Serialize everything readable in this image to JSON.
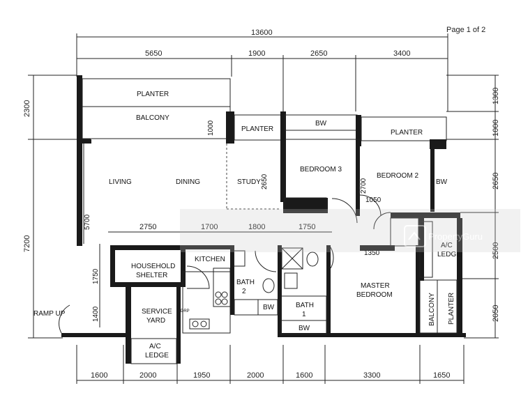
{
  "header": {
    "page_label": "Page 1 of 2"
  },
  "dimensions": {
    "overall_top": "13600",
    "top": [
      "5650",
      "1900",
      "2650",
      "3400"
    ],
    "bottom": [
      "1600",
      "2000",
      "1950",
      "2000",
      "1600",
      "3300",
      "1650"
    ],
    "left": [
      "2300",
      "7200"
    ],
    "right": [
      "1300",
      "1000",
      "2650",
      "2500",
      "2050"
    ],
    "inner_left": [
      "5700",
      "1750",
      "1400"
    ],
    "inner_row": [
      "2750",
      "1700",
      "1800",
      "1750"
    ],
    "inner_misc": [
      "1000",
      "2650",
      "2700",
      "1050",
      "1350"
    ]
  },
  "rooms": {
    "planter_top": "PLANTER",
    "balcony_top": "BALCONY",
    "planter_small": "PLANTER",
    "planter_right": "PLANTER",
    "bw_top": "BW",
    "living": "LIVING",
    "dining": "DINING",
    "study": "STUDY",
    "bedroom3": "BEDROOM 3",
    "bedroom2": "BEDROOM 2",
    "bw_bedroom2": "BW",
    "kitchen": "KITCHEN",
    "household_shelter": [
      "HOUSEHOLD",
      "SHELTER"
    ],
    "service_yard": [
      "SERVICE",
      "YARD"
    ],
    "ac_ledge_bottom": [
      "A/C",
      "LEDGE"
    ],
    "bath2": [
      "BATH",
      "2"
    ],
    "bw_bath2": "BW",
    "bath1": [
      "BATH",
      "1"
    ],
    "bw_bath1": "BW",
    "master_bedroom": [
      "MASTER",
      "BEDROOM"
    ],
    "ac_ledge_right": [
      "A/C",
      "LEDGE"
    ],
    "balcony_right": "BALCONY",
    "planter_vertical": "PLANTER",
    "ramp_up": "RAMP UP",
    "dryer": "DRP"
  },
  "watermark": {
    "brand": "PropertyGuru"
  }
}
